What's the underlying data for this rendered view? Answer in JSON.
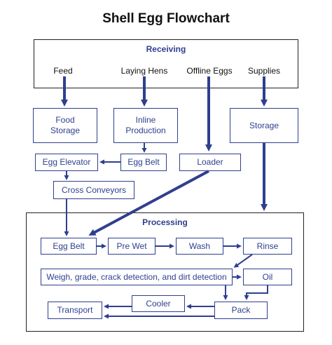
{
  "title": "Shell Egg Flowchart",
  "colors": {
    "accent": "#2f3f8f",
    "frame": "#222222",
    "text": "#111111"
  },
  "receiving": {
    "label": "Receiving",
    "inputs": {
      "feed": "Feed",
      "laying_hens": "Laying Hens",
      "offline_eggs": "Offline Eggs",
      "supplies": "Supplies"
    }
  },
  "nodes": {
    "food_storage": [
      "Food",
      "Storage"
    ],
    "inline_production": [
      "Inline",
      "Production"
    ],
    "storage": "Storage",
    "egg_elevator": "Egg Elevator",
    "egg_belt_top": "Egg Belt",
    "loader": "Loader",
    "cross_conveyors": "Cross Conveyors"
  },
  "processing": {
    "label": "Processing",
    "nodes": {
      "egg_belt": "Egg Belt",
      "pre_wet": "Pre Wet",
      "wash": "Wash",
      "rinse": "Rinse",
      "weigh_grade": "Weigh, grade, crack detection, and dirt detection",
      "oil": "Oil",
      "cooler": "Cooler",
      "pack": "Pack",
      "transport": "Transport"
    }
  }
}
